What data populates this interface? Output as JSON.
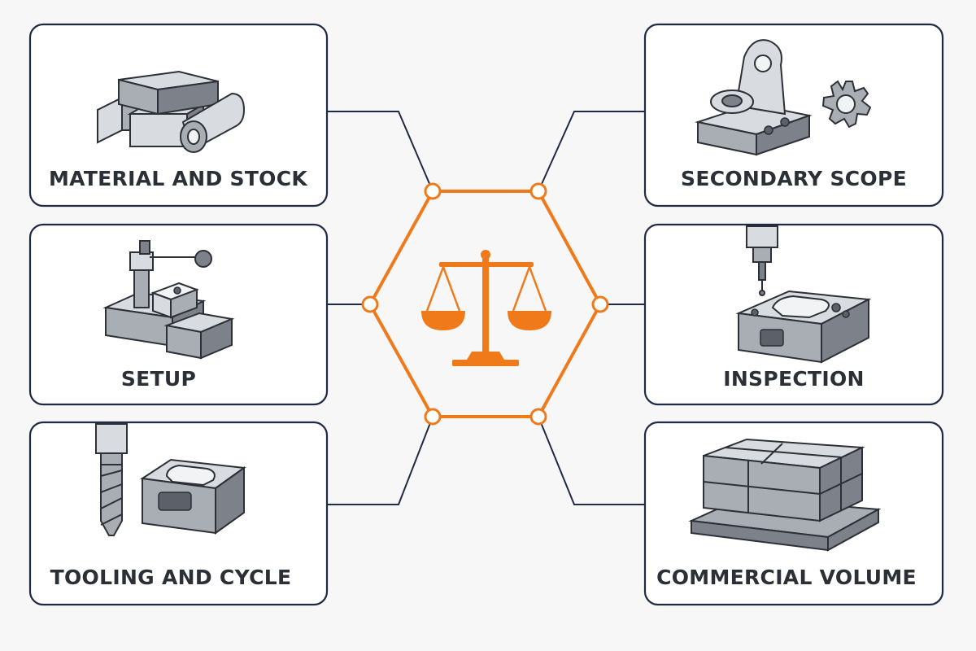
{
  "center": {
    "icon": "balance-scale-icon",
    "accent_color": "#f07a1a"
  },
  "line_color": "#1f2a44",
  "factors_left": [
    {
      "label": "MATERIAL AND STOCK",
      "icon": "metal-stock-bars-icon"
    },
    {
      "label": "SETUP",
      "icon": "vise-fixture-icon"
    },
    {
      "label": "TOOLING AND CYCLE",
      "icon": "end-mill-workpiece-icon"
    }
  ],
  "factors_right": [
    {
      "label": "SECONDARY SCOPE",
      "icon": "bracket-part-gear-icon"
    },
    {
      "label": "INSPECTION",
      "icon": "cmm-probe-part-icon"
    },
    {
      "label": "COMMERCIAL VOLUME",
      "icon": "pallet-boxes-icon"
    }
  ]
}
